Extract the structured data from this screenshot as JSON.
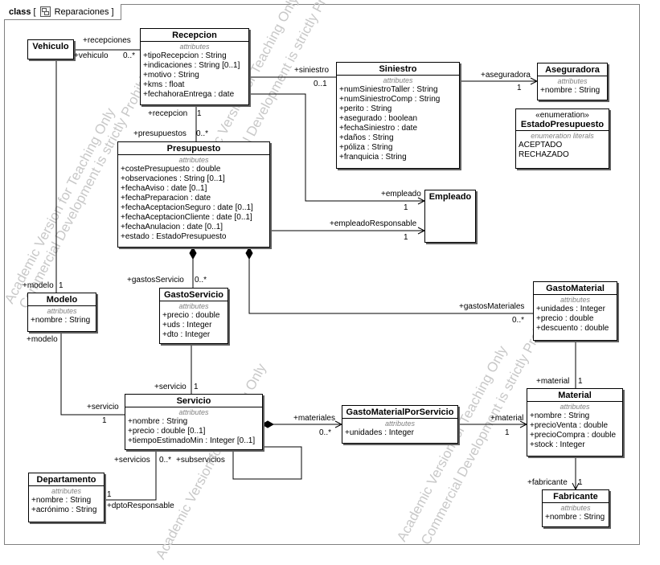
{
  "frame": {
    "kind": "class",
    "name": "Reparaciones"
  },
  "watermark": {
    "line1": "Academic Version for Teaching Only",
    "line2": "Commercial Development is strictly Prohibited"
  },
  "attr_label": "attributes",
  "enum_label": "enumeration literals",
  "classes": {
    "vehiculo": {
      "name": "Vehiculo"
    },
    "recepcion": {
      "name": "Recepcion",
      "attrs": [
        "+tipoRecepcion : String",
        "+indicaciones : String [0..1]",
        "+motivo : String",
        "+kms : float",
        "+fechahoraEntrega : date"
      ]
    },
    "siniestro": {
      "name": "Siniestro",
      "attrs": [
        "+numSiniestroTaller : String",
        "+numSiniestroComp : String",
        "+perito : String",
        "+asegurado : boolean",
        "+fechaSiniestro : date",
        "+daños : String",
        "+póliza : String",
        "+franquicia : String"
      ]
    },
    "aseguradora": {
      "name": "Aseguradora",
      "attrs": [
        "+nombre : String"
      ]
    },
    "estado": {
      "stereotype": "«enumeration»",
      "name": "EstadoPresupuesto",
      "literals": [
        "ACEPTADO",
        "RECHAZADO"
      ]
    },
    "presupuesto": {
      "name": "Presupuesto",
      "attrs": [
        "+costePresupuesto : double",
        "+observaciones : String [0..1]",
        "+fechaAviso : date [0..1]",
        "+fechaPreparacion : date",
        "+fechaAceptacionSeguro : date [0..1]",
        "+fechaAceptacionCliente : date [0..1]",
        "+fechaAnulacion : date [0..1]",
        "+estado : EstadoPresupuesto"
      ]
    },
    "empleado": {
      "name": "Empleado"
    },
    "modelo": {
      "name": "Modelo",
      "attrs": [
        "+nombre : String"
      ]
    },
    "gastoServicio": {
      "name": "GastoServicio",
      "attrs": [
        "+precio : double",
        "+uds : Integer",
        "+dto : Integer"
      ]
    },
    "gastoMaterial": {
      "name": "GastoMaterial",
      "attrs": [
        "+unidades : Integer",
        "+precio : double",
        "+descuento : double"
      ]
    },
    "servicio": {
      "name": "Servicio",
      "attrs": [
        "+nombre : String",
        "+precio : double [0..1]",
        "+tiempoEstimadoMin : Integer [0..1]"
      ]
    },
    "gmps": {
      "name": "GastoMaterialPorServicio",
      "attrs": [
        "+unidades : Integer"
      ]
    },
    "material": {
      "name": "Material",
      "attrs": [
        "+nombre : String",
        "+precioVenta : double",
        "+precioCompra : double",
        "+stock : Integer"
      ]
    },
    "departamento": {
      "name": "Departamento",
      "attrs": [
        "+nombre : String",
        "+acrónimo : String"
      ]
    },
    "fabricante": {
      "name": "Fabricante",
      "attrs": [
        "+nombre : String"
      ]
    }
  },
  "labels": {
    "recepciones": "+recepciones",
    "vehiculo": "+vehiculo",
    "mult_recep": "0..*",
    "siniestro": "+siniestro",
    "mult_sin": "0..1",
    "aseguradora": "+aseguradora",
    "mult_aseg": "1",
    "recepcion": "+recepcion",
    "mult_recepcion": "1",
    "presupuestos": "+presupuestos",
    "mult_presup": "0..*",
    "empleado": "+empleado",
    "mult_emp": "1",
    "empleadoResp": "+empleadoResponsable",
    "mult_empResp": "1",
    "modelo_top": "+modelo",
    "mult_modelo": "1",
    "gastosServicio": "+gastosServicio",
    "mult_gs": "0..*",
    "gastosMateriales": "+gastosMateriales",
    "mult_gm": "0..*",
    "modelo_bottom": "+modelo",
    "servicio_top": "+servicio",
    "mult_serv_top": "1",
    "servicio_left": "+servicio",
    "mult_serv_left": "1",
    "materiales": "+materiales",
    "mult_materiales": "0..*",
    "material_right": "+material",
    "mult_mat_right": "1",
    "material_top": "+material",
    "mult_mat_top": "1",
    "servicios": "+servicios",
    "mult_servicios": "0..*",
    "subservicios": "+subservicios",
    "mult_dpto": "1",
    "dptoResp": "+dptoResponsable",
    "fabricante": "+fabricante",
    "mult_fab": "1"
  }
}
